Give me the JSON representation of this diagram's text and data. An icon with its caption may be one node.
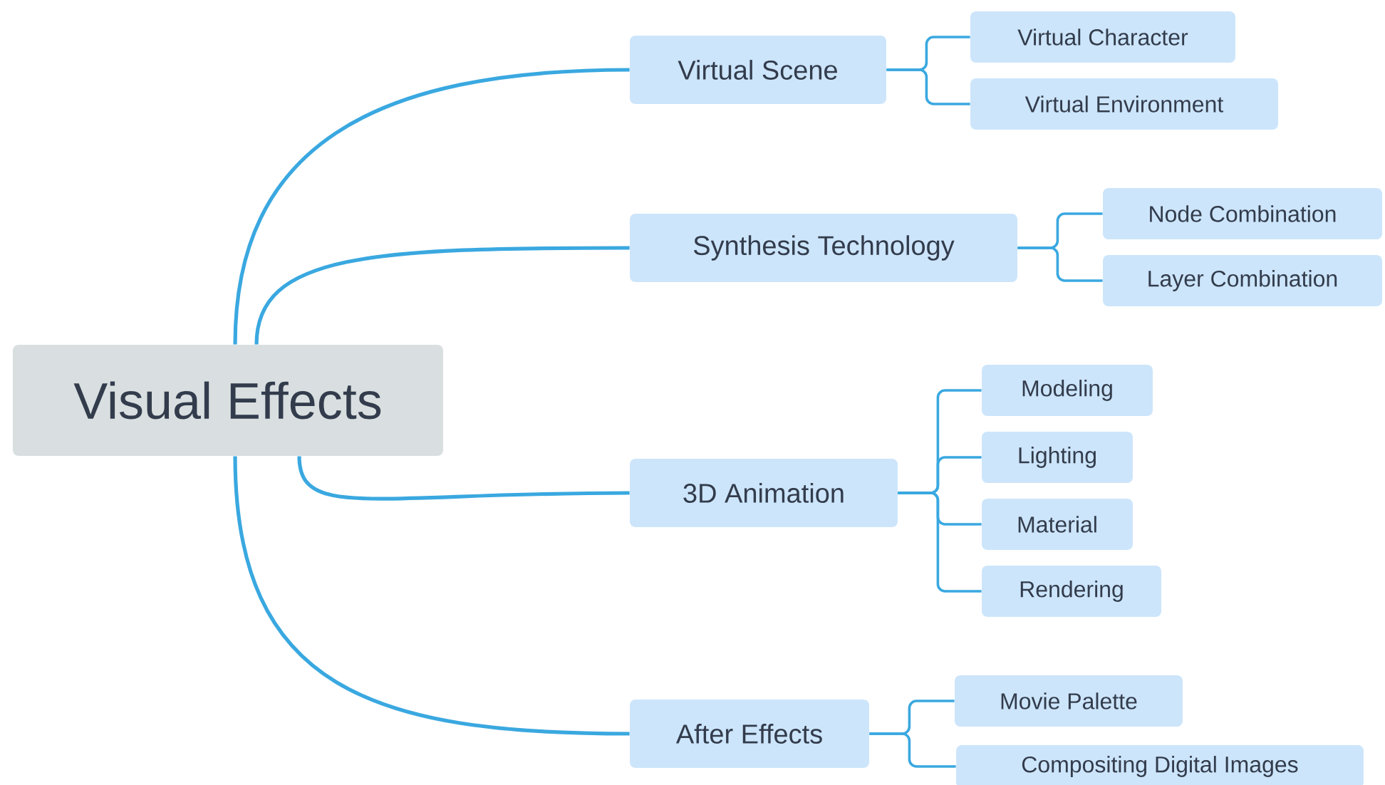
{
  "diagram": {
    "nodes": [
      {
        "text": [
          "Visual Effects"
        ]
      },
      {
        "text": [
          "Virtual Scene"
        ]
      },
      {
        "text": [
          "Virtual Character"
        ]
      },
      {
        "text": [
          "Virtual Environment"
        ]
      },
      {
        "text": [
          "Synthesis Technology"
        ]
      },
      {
        "text": [
          "Node Combination"
        ]
      },
      {
        "text": [
          "Layer Combination"
        ]
      },
      {
        "text": [
          "3D Animation"
        ]
      },
      {
        "text": [
          "Modeling"
        ]
      },
      {
        "text": [
          "Lighting"
        ]
      },
      {
        "text": [
          "Material"
        ]
      },
      {
        "text": [
          "Rendering"
        ]
      },
      {
        "text": [
          "After Effects"
        ]
      },
      {
        "text": [
          "Movie Palette"
        ]
      },
      {
        "text": [
          "Compositing Digital Images"
        ]
      }
    ],
    "edges": [
      {
        "from": 0,
        "to": 1,
        "arrow": "none"
      },
      {
        "from": 0,
        "to": 4,
        "arrow": "none"
      },
      {
        "from": 0,
        "to": 7,
        "arrow": "none"
      },
      {
        "from": 0,
        "to": 12,
        "arrow": "none"
      },
      {
        "from": 1,
        "to": 2,
        "arrow": "none"
      },
      {
        "from": 1,
        "to": 3,
        "arrow": "none"
      },
      {
        "from": 4,
        "to": 5,
        "arrow": "none"
      },
      {
        "from": 4,
        "to": 6,
        "arrow": "none"
      },
      {
        "from": 7,
        "to": 8,
        "arrow": "none"
      },
      {
        "from": 7,
        "to": 9,
        "arrow": "none"
      },
      {
        "from": 7,
        "to": 10,
        "arrow": "none"
      },
      {
        "from": 7,
        "to": 11,
        "arrow": "none"
      },
      {
        "from": 12,
        "to": 13,
        "arrow": "none"
      },
      {
        "from": 12,
        "to": 14,
        "arrow": "none"
      }
    ]
  }
}
